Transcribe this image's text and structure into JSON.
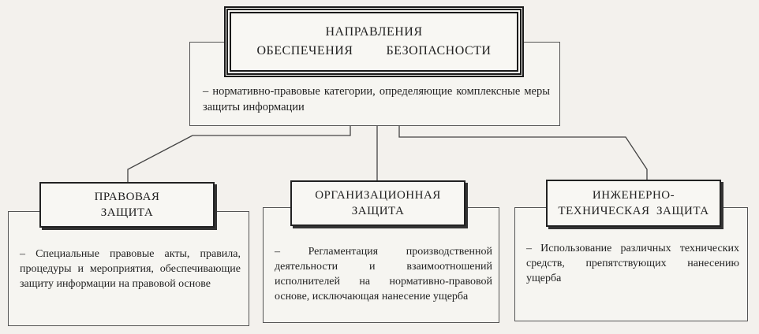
{
  "main": {
    "title_line1": "НАПРАВЛЕНИЯ",
    "title_line2": "ОБЕСПЕЧЕНИЯ    БЕЗОПАСНОСТИ",
    "description": "– нормативно-правовые категории, определяющие комплексные меры защиты информации"
  },
  "branches": [
    {
      "title_line1": "ПРАВОВАЯ",
      "title_line2": "ЗАЩИТА",
      "description": "– Специальные правовые акты, правила, процедуры и мероприятия, обеспечивающие защиту информации на правовой основе"
    },
    {
      "title_line1": "ОРГАНИЗАЦИОННАЯ",
      "title_line2": "ЗАЩИТА",
      "description": "– Регламентация производственной деятельности и взаимоотношений исполнителей на нормативно-правовой основе, исключающая нанесение ущерба"
    },
    {
      "title_line1": "ИНЖЕНЕРНО-",
      "title_line2": "ТЕХНИЧЕСКАЯ  ЗАЩИТА",
      "description": "– Использование различных технических средств, препятствующих нанесению ущерба"
    }
  ]
}
